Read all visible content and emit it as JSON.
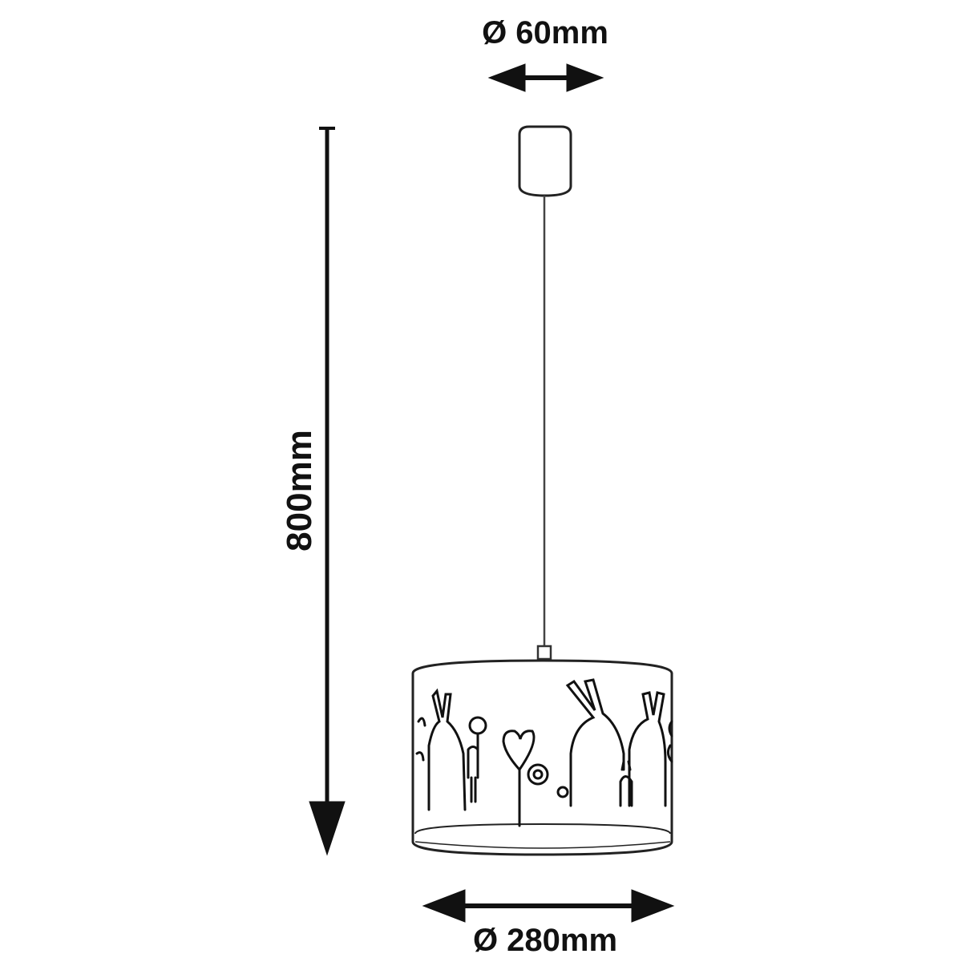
{
  "dimensions": {
    "canopy_diameter": "Ø 60mm",
    "total_height": "800mm",
    "shade_diameter": "Ø 280mm"
  },
  "colors": {
    "line": "#111111",
    "background": "#ffffff"
  }
}
